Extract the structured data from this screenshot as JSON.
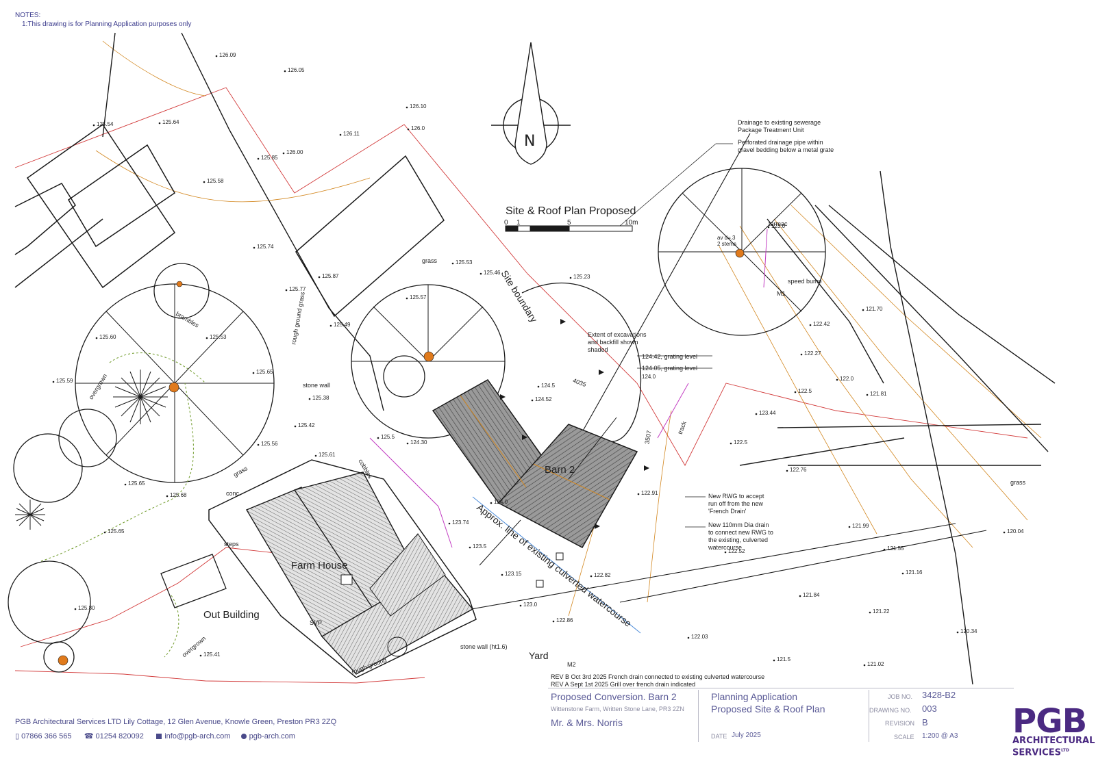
{
  "notes": {
    "heading": "NOTES:",
    "items": [
      "1:This drawing is for Planning Application purposes only"
    ]
  },
  "drawing": {
    "title": "Site & Roof Plan Proposed",
    "scale_bar_ticks": [
      "0",
      "1",
      "5",
      "10m"
    ],
    "north_label": "N",
    "area_labels": {
      "site_boundary": "Site boundary",
      "barn": "Barn 2",
      "farm_house": "Farm House",
      "out_building": "Out Building",
      "yard": "Yard",
      "watercourse": "Approx. line of existing culverted watercourse",
      "grass_1": "grass",
      "grass_2": "grass",
      "grass_3": "grass",
      "overgrown_1": "overgrown",
      "overgrown_2": "overgrown",
      "brambles": "brambles",
      "rough_ground": "rough ground grass",
      "tarmac": "tarmac",
      "speed_bump": "speed bump",
      "stone_wall": "stone wall",
      "cobbles": "cobbles",
      "conc": "conc.",
      "track": "track",
      "rough_ground_2": "rough ground",
      "stone_wall_2": "stone wall (ht1.6)",
      "m1": "M1",
      "m2": "M2",
      "sv_p": "SVP",
      "steps": "steps"
    },
    "annotations": {
      "drainage_1": "Drainage to existing sewerage",
      "drainage_2": "Package Treatment Unit",
      "perforated_1": "Perforated drainage pipe within",
      "perforated_2": "gravel bedding below a metal grate",
      "extent_1": "Extent of excavations",
      "extent_2": "and backfill shown",
      "extent_3": "shaded",
      "grating_1": "124.42, grating level",
      "grating_2": "124.05, grating level",
      "grating_3": "124.0",
      "dim_4035": "4035",
      "dim_3507": "3507",
      "rwg_1": "New RWG to accept",
      "rwg_2": "run off from the new",
      "rwg_3": "'French Drain'",
      "drain_1": "New 110mm Dia drain",
      "drain_2": "to connect new RWG to",
      "drain_3": "the existing, culverted",
      "drain_4": "watercourse",
      "av_1": "av d=.3",
      "av_2": "2 stems"
    },
    "spot_levels": [
      "126.09",
      "126.05",
      "126.10",
      "126.11",
      "126.00",
      "126.0",
      "125.64",
      "125.58",
      "125.74",
      "125.77",
      "125.57",
      "125.53",
      "125.46",
      "125.23",
      "125.65",
      "125.5",
      "125.38",
      "125.42",
      "125.56",
      "125.65",
      "125.68",
      "125.65",
      "125.80",
      "125.41",
      "124.30",
      "124.52",
      "124.5",
      "124.0",
      "123.74",
      "123.5",
      "123.15",
      "123.0",
      "122.86",
      "122.82",
      "122.76",
      "122.5",
      "122.52",
      "122.91",
      "122.03",
      "121.84",
      "121.99",
      "121.55",
      "121.16",
      "121.22",
      "121.5",
      "121.02",
      "120.34",
      "122.0",
      "121.81",
      "122.42",
      "122.27",
      "121.70",
      "123.0",
      "122.5",
      "120.04",
      "123.44",
      "125.53",
      "125.85",
      "125.87",
      "125.60",
      "125.59",
      "125.49",
      "125.61",
      "125.54"
    ]
  },
  "revisions": [
    "REV B Oct 3rd 2025 French drain connected to existing culverted watercourse",
    "REV A Sept 1st 2025 Grill over french drain indicated"
  ],
  "title_block": {
    "project_title": "Proposed Conversion. Barn 2",
    "project_address": "Wittenstone Farm, Written Stone Lane, PR3 2ZN",
    "client": "Mr. & Mrs. Norris",
    "purpose": "Planning Application",
    "drawing_title": "Proposed Site & Roof Plan",
    "date_label": "DATE",
    "date_value": "July 2025",
    "job_no_label": "JOB NO.",
    "job_no": "3428-B2",
    "drawing_no_label": "DRAWING NO.",
    "drawing_no": "003",
    "revision_label": "REVISION",
    "revision": "B",
    "scale_label": "SCALE",
    "scale": "1:200 @ A3"
  },
  "company": {
    "address": "PGB Architectural Services LTD Lily Cottage, 12 Glen Avenue, Knowle Green, Preston PR3 2ZQ",
    "mobile": "07866 366 565",
    "phone": "01254 820092",
    "email": "info@pgb-arch.com",
    "web": "pgb-arch.com",
    "logo_main": "PGB",
    "logo_sub_1": "ARCHITECTURAL",
    "logo_sub_2": "SERVICES",
    "logo_ltd": "LTD"
  },
  "colors": {
    "line": "#1a1a1a",
    "boundary_red": "#d23a3a",
    "contour_orange": "#d2861e",
    "roof_fill": "#8c8c8c",
    "tree_orange": "#e07a1c",
    "magenta": "#c23cc2",
    "hedge_green": "#7aa23a",
    "watercourse_blue": "#4a8ad8",
    "brand_purple": "#4b2a82"
  }
}
